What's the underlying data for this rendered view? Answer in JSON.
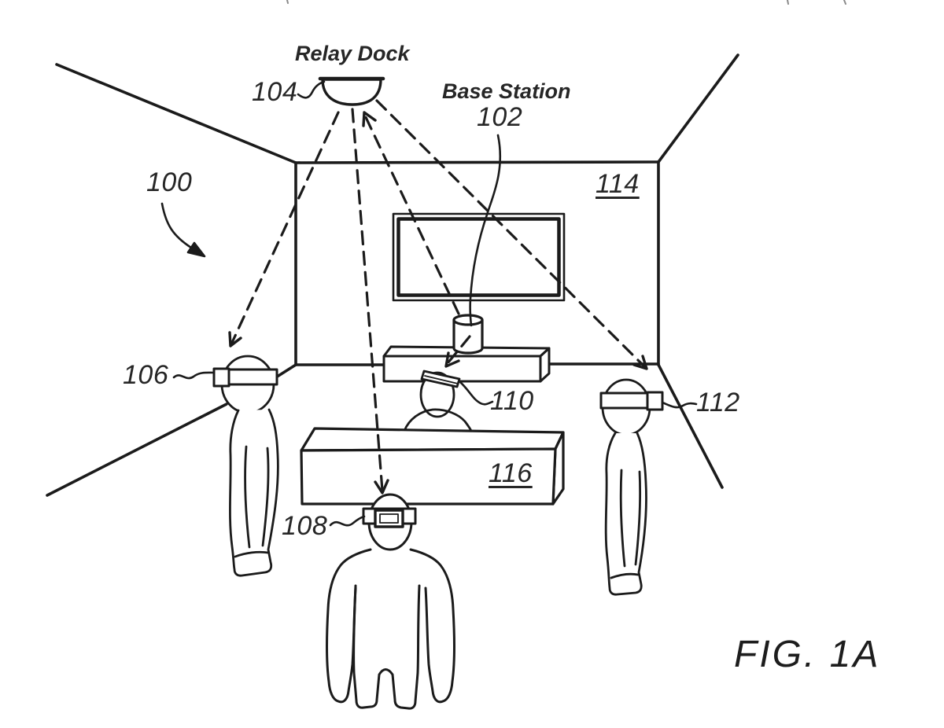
{
  "figure": {
    "title": "FIG. 1A",
    "device_names": {
      "relay_dock": "Relay Dock",
      "base_station": "Base Station"
    },
    "refs": {
      "system": "100",
      "base_station": "102",
      "relay_dock": "104",
      "hmd_left": "106",
      "hmd_front": "108",
      "hmd_center": "110",
      "hmd_right": "112",
      "wall": "114",
      "table": "116"
    }
  }
}
